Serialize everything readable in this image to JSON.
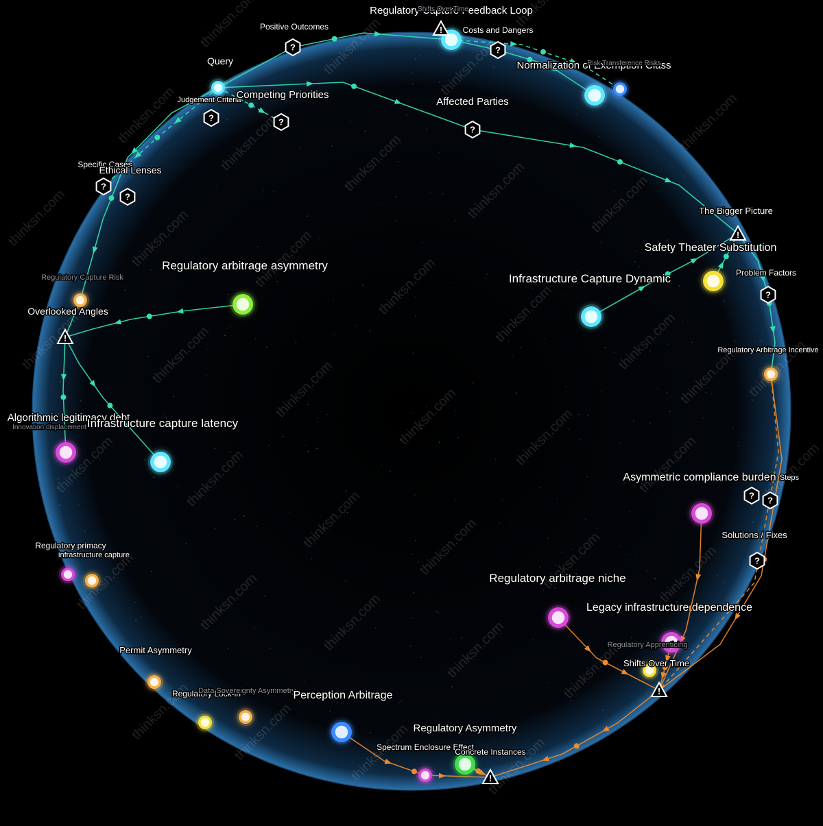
{
  "watermark": "thinksn.com",
  "colors": {
    "teal": "#35e0b0",
    "orange": "#f08a2a",
    "cyan": "#5fe8ff",
    "blue": "#3a8cff",
    "green": "#3ee04a",
    "lime": "#8cf03a",
    "magenta": "#d84ad8",
    "yellow": "#f4e13a",
    "peach": "#f6b04a",
    "sphere_edge": "#2a6fa8"
  },
  "nodes": [
    {
      "id": "n_regcap_loop",
      "label": "Regulatory Capture Feedback Loop",
      "color": "cyan",
      "size": "big"
    },
    {
      "id": "n_norm",
      "label": "Normalization of Exemption Class",
      "color": "cyan",
      "size": "big"
    },
    {
      "id": "n_norm_blue",
      "label": "",
      "color": "blue",
      "size": "small"
    },
    {
      "id": "n_query",
      "label": "Query",
      "color": "cyan",
      "size": "small"
    },
    {
      "id": "n_arbitrage_asym",
      "label": "Regulatory arbitrage asymmetry",
      "color": "lime",
      "size": "big"
    },
    {
      "id": "n_infra_dyn",
      "label": "Infrastructure Capture Dynamic",
      "color": "cyan",
      "size": "big"
    },
    {
      "id": "n_safety",
      "label": "Safety Theater Substitution",
      "color": "yellow",
      "size": "big"
    },
    {
      "id": "n_regcap_risk",
      "label": "Regulatory Capture Risk",
      "color": "peach",
      "size": "small"
    },
    {
      "id": "n_alg",
      "label": "Algorithmic legitimacy debt",
      "color": "magenta",
      "size": "big"
    },
    {
      "id": "n_infra_lat",
      "label": "Infrastructure capture latency",
      "color": "cyan",
      "size": "big"
    },
    {
      "id": "n_reg_inc",
      "label": "Regulatory Arbitrage Incentive",
      "color": "peach",
      "size": "small"
    },
    {
      "id": "n_acb",
      "label": "Asymmetric compliance burden",
      "color": "magenta",
      "size": "big"
    },
    {
      "id": "n_primacy",
      "label": "Regulatory primacy",
      "color": "magenta",
      "size": "small"
    },
    {
      "id": "n_infra_cap",
      "label": "infrastructure capture",
      "color": "peach",
      "size": "small"
    },
    {
      "id": "n_niche",
      "label": "Regulatory arbitrage niche",
      "color": "magenta",
      "size": "big"
    },
    {
      "id": "n_legacy",
      "label": "Legacy infrastructure dependence",
      "color": "magenta",
      "size": "big"
    },
    {
      "id": "n_shifts",
      "label": "Shifts Over Time",
      "color": "yellow",
      "size": "small"
    },
    {
      "id": "n_permit",
      "label": "Permit Asymmetry",
      "color": "peach",
      "size": "small"
    },
    {
      "id": "n_lockin",
      "label": "Regulatory Lock-in",
      "color": "yellow",
      "size": "small"
    },
    {
      "id": "n_datasov",
      "label": "Data Sovereignty Asymmetry",
      "color": "peach",
      "size": "small"
    },
    {
      "id": "n_perception",
      "label": "Perception Arbitrage",
      "color": "blue",
      "size": "big"
    },
    {
      "id": "n_regasym",
      "label": "Regulatory Asymmetry",
      "color": "green",
      "size": "big"
    },
    {
      "id": "n_spectrum",
      "label": "Spectrum Enclosure Effect",
      "color": "magenta",
      "size": "small"
    }
  ],
  "question_nodes": [
    {
      "id": "q_positive",
      "label": "Positive Outcomes"
    },
    {
      "id": "q_costs",
      "label": "Costs and Dangers"
    },
    {
      "id": "q_judgement",
      "label": "Judgement Criteria"
    },
    {
      "id": "q_competing",
      "label": "Competing Priorities"
    },
    {
      "id": "q_affected",
      "label": "Affected Parties"
    },
    {
      "id": "q_specific",
      "label": "Specific Cases"
    },
    {
      "id": "q_ethical",
      "label": "Ethical Lenses"
    },
    {
      "id": "q_problem",
      "label": "Problem Factors"
    },
    {
      "id": "q_steps",
      "label": "Steps"
    },
    {
      "id": "q_steps2",
      "label": ""
    },
    {
      "id": "q_solutions",
      "label": "Solutions / Fixes"
    }
  ],
  "warning_nodes": [
    {
      "id": "w_top",
      "label": "Shifts Over Time"
    },
    {
      "id": "w_bigger",
      "label": "The Bigger Picture"
    },
    {
      "id": "w_overlooked",
      "label": "Overlooked Angles"
    },
    {
      "id": "w_bottom_right",
      "label": ""
    },
    {
      "id": "w_concrete",
      "label": "Concrete Instances"
    }
  ],
  "extra_labels": [
    {
      "id": "x_innovation",
      "label": "Innovation displacement"
    },
    {
      "id": "x_risk_transference",
      "label": "Risk Transference Risks"
    },
    {
      "id": "x_apprenticing",
      "label": "Regulatory Apprenticing"
    }
  ]
}
